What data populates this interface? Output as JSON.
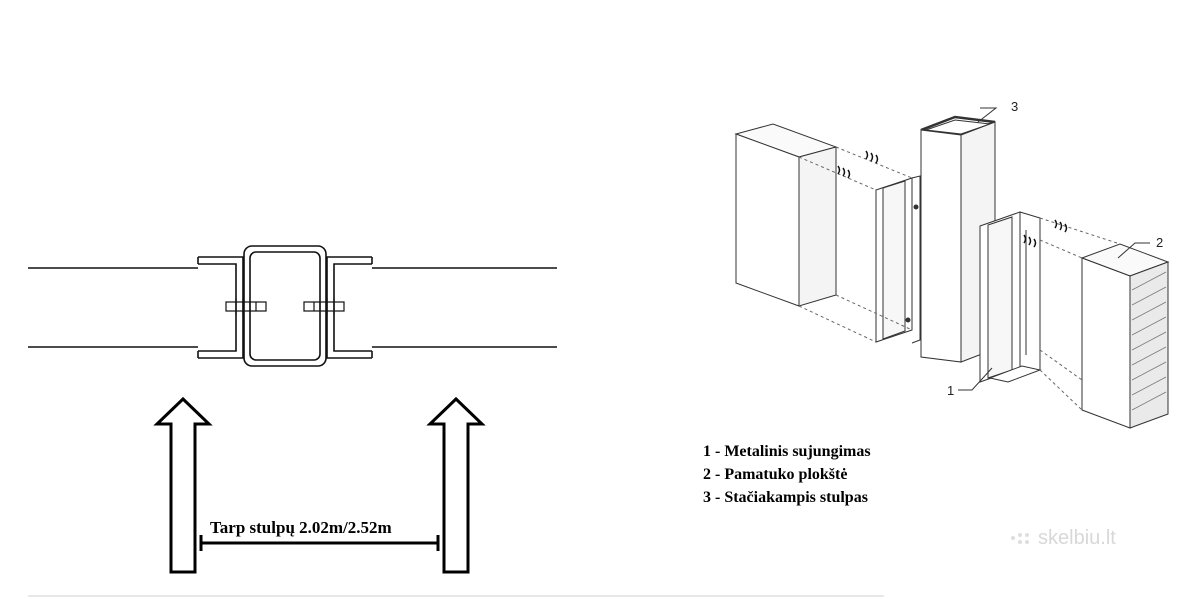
{
  "left_diagram": {
    "distance_label": "Tarp stulpų 2.02m/2.52m"
  },
  "right_diagram": {
    "callouts": {
      "one": "1",
      "two": "2",
      "three": "3"
    }
  },
  "legend": {
    "items": [
      "1 - Metalinis sujungimas",
      "2 - Pamatuko plokštė",
      "3 - Stačiakampis stulpas"
    ]
  },
  "watermark": {
    "text": "skelbiu.lt"
  }
}
